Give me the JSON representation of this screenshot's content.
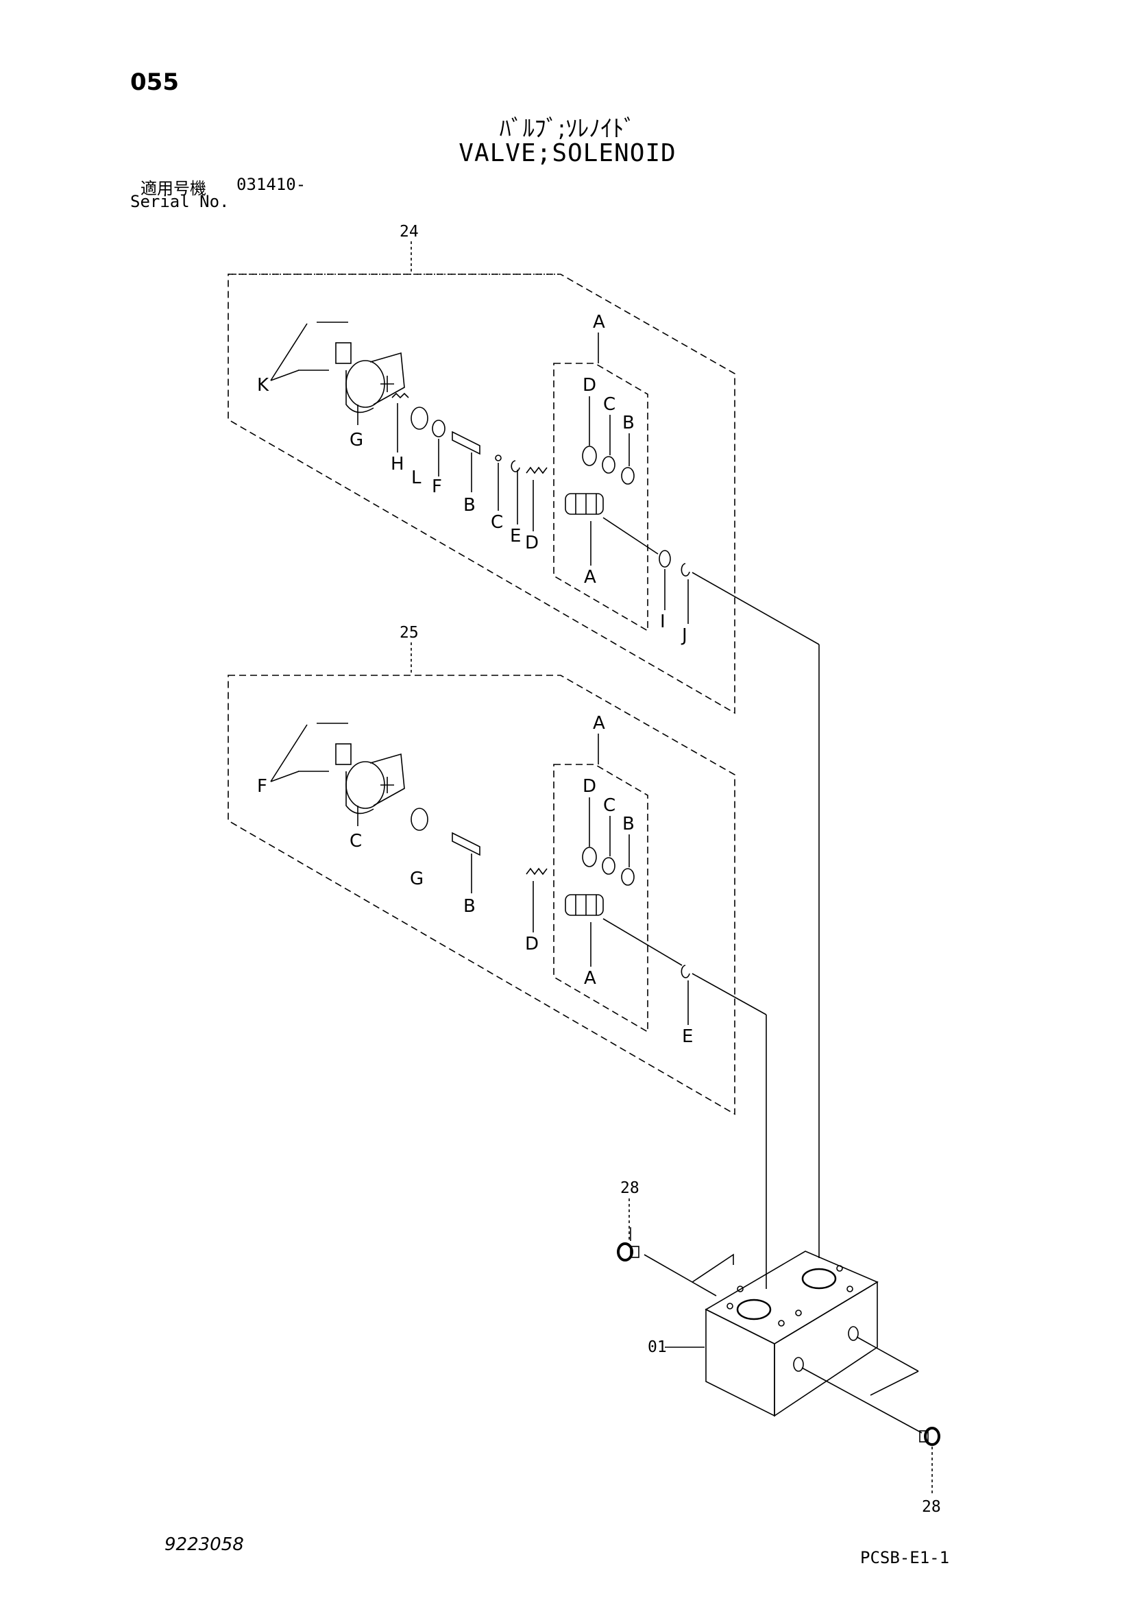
{
  "header": {
    "page_number": "055",
    "title_jp": "ﾊﾞﾙﾌﾞ;ｿﾚﾉｲﾄﾞ",
    "title_en": "VALVE;SOLENOID",
    "serial_label_jp": "適用号機",
    "serial_number": "031410-",
    "serial_label_en": "Serial No."
  },
  "footer": {
    "doc_number": "9223058",
    "page_code": "PCSB-E1-1"
  },
  "assemblies": {
    "a24": {
      "ref": "24",
      "callouts": [
        "A",
        "D",
        "C",
        "B",
        "K",
        "G",
        "H",
        "L",
        "F",
        "B",
        "C",
        "E",
        "D",
        "A",
        "I",
        "J"
      ]
    },
    "a25": {
      "ref": "25",
      "callouts": [
        "A",
        "D",
        "C",
        "B",
        "F",
        "C",
        "G",
        "B",
        "D",
        "A",
        "E"
      ]
    }
  },
  "body": {
    "ref": "01",
    "plug_ref_top": "28",
    "plug_ref_bottom": "28"
  }
}
